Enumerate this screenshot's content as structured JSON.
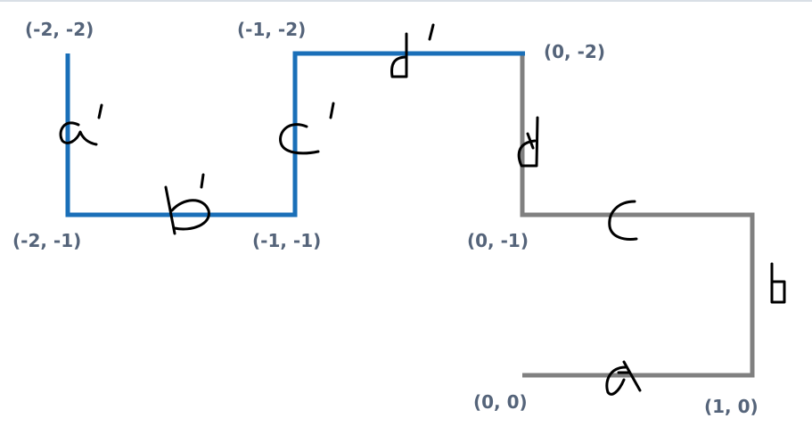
{
  "coordinates": {
    "blue_start": "(-2, -2)",
    "blue_corner_1": "(-1, -2)",
    "blue_end": "(0, -2)",
    "blue_bottom_left": "(-2, -1)",
    "blue_bottom_right": "(-1, -1)",
    "gray_corner": "(0, -1)",
    "gray_origin": "(0, 0)",
    "gray_end": "(1, 0)"
  },
  "colors": {
    "original_path": "#808080",
    "rotated_path": "#1a6fb8",
    "coordinate_text": "#55647a",
    "handwriting": "#000000"
  },
  "handwritten_labels": [
    "a'",
    "b'",
    "c'",
    "d'",
    "d",
    "c",
    "b",
    "a"
  ]
}
